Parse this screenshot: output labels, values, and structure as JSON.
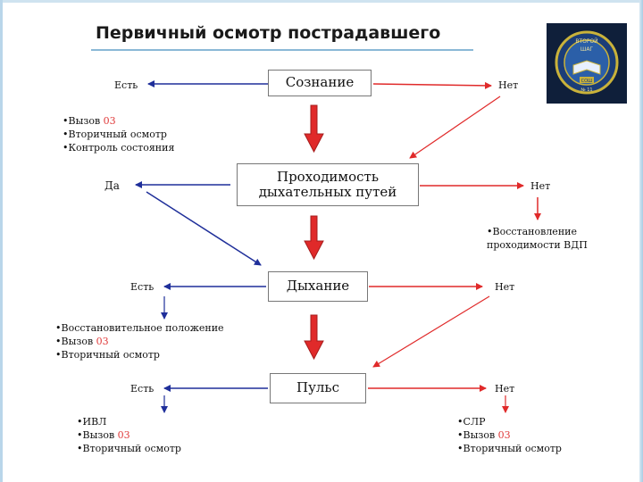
{
  "title": "Первичный осмотр пострадавшего",
  "logo": {
    "lines": [
      "ВТОРОЙ",
      "ШАГ",
      "СОШ",
      "№ 11"
    ]
  },
  "colors": {
    "red": "#e02a2a",
    "blue": "#1f2f9a",
    "frame": "#8ab8d6"
  },
  "consciousness": {
    "box": "Сознание",
    "yes": "Есть",
    "no": "Нет",
    "yes_actions": [
      "Вызов",
      "Вторичный осмотр",
      "Контроль состояния"
    ]
  },
  "airway": {
    "box_line1": "Проходимость",
    "box_line2": "дыхательных путей",
    "yes": "Да",
    "no": "Нет",
    "no_action_line1": "Восстановление",
    "no_action_line2": "проходимости ВДП"
  },
  "breathing": {
    "box": "Дыхание",
    "yes": "Есть",
    "no": "Нет",
    "yes_actions": [
      "Восстановительное положение",
      "Вызов",
      "Вторичный осмотр"
    ]
  },
  "pulse": {
    "box": "Пульс",
    "yes": "Есть",
    "no": "Нет",
    "yes_actions": [
      "ИВЛ",
      "Вызов",
      "Вторичный осмотр"
    ],
    "no_actions": [
      "СЛР",
      "Вызов",
      "Вторичный осмотр"
    ]
  },
  "emergency_number": "03"
}
